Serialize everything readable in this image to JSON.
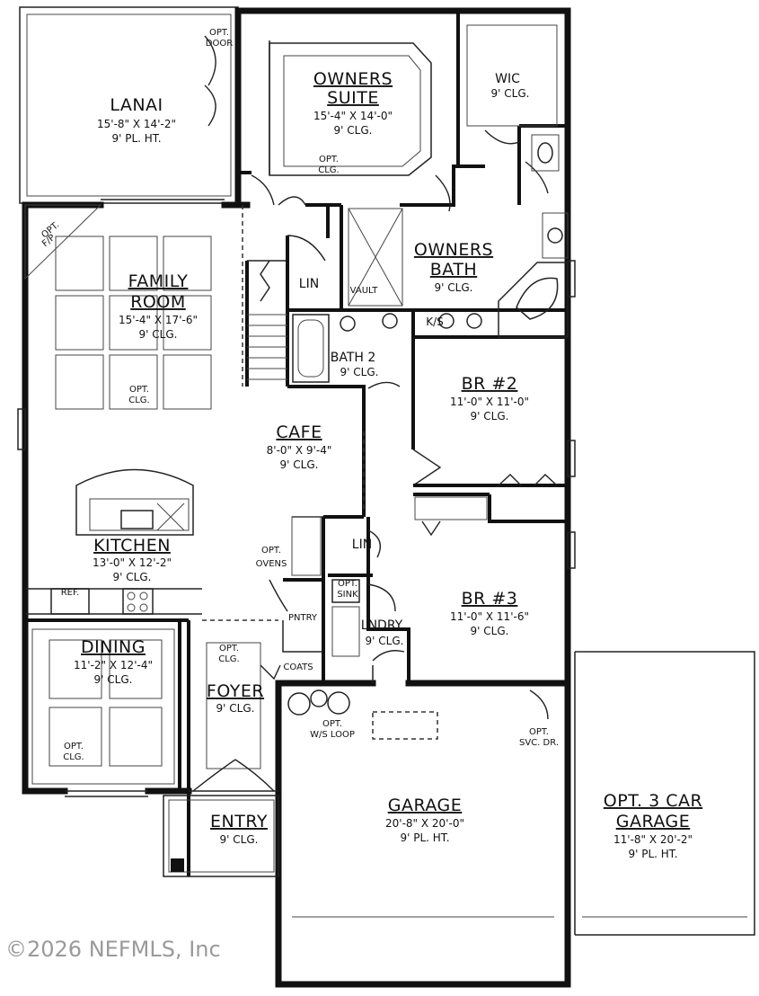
{
  "rooms": {
    "lanai": {
      "name": "LANAI",
      "dims": "15'-8\" X 14'-2\"",
      "ceiling": "9' PL. HT."
    },
    "owners_suite": {
      "name1": "OWNERS",
      "name2": "SUITE",
      "dims": "15'-4\" X 14'-0\"",
      "ceiling": "9' CLG.",
      "note1": "OPT.",
      "note2": "CLG."
    },
    "wic": {
      "name": "WIC",
      "ceiling": "9' CLG."
    },
    "owners_bath": {
      "name1": "OWNERS",
      "name2": "BATH",
      "ceiling": "9' CLG."
    },
    "family_room": {
      "name1": "FAMILY",
      "name2": "ROOM",
      "dims": "15'-4\" X 17'-6\"",
      "ceiling": "9' CLG.",
      "note1": "OPT.",
      "note2": "CLG."
    },
    "bath2": {
      "name": "BATH 2",
      "ceiling": "9' CLG."
    },
    "cafe": {
      "name": "CAFE",
      "dims": "8'-0\" X 9'-4\"",
      "ceiling": "9' CLG."
    },
    "br2": {
      "name": "BR #2",
      "dims": "11'-0\" X 11'-0\"",
      "ceiling": "9' CLG."
    },
    "kitchen": {
      "name": "KITCHEN",
      "dims": "13'-0\" X 12'-2\"",
      "ceiling": "9' CLG."
    },
    "br3": {
      "name": "BR #3",
      "dims": "11'-0\" X 11'-6\"",
      "ceiling": "9' CLG."
    },
    "dining": {
      "name": "DINING",
      "dims": "11'-2\" X 12'-4\"",
      "ceiling": "9' CLG.",
      "note1": "OPT.",
      "note2": "CLG."
    },
    "foyer": {
      "name": "FOYER",
      "ceiling": "9' CLG.",
      "note1": "OPT.",
      "note2": "CLG."
    },
    "lndry": {
      "name": "LNDRY",
      "ceiling": "9' CLG."
    },
    "garage": {
      "name": "GARAGE",
      "dims": "20'-8\" X 20'-0\"",
      "ceiling": "9' PL. HT."
    },
    "opt_garage": {
      "name1": "OPT. 3 CAR",
      "name2": "GARAGE",
      "dims": "11'-8\" X 20'-2\"",
      "ceiling": "9' PL. HT."
    },
    "entry": {
      "name": "ENTRY",
      "ceiling": "9' CLG."
    }
  },
  "labels": {
    "opt_door_1": "OPT.",
    "opt_door_2": "DOOR",
    "opt_fp_1": "OPT.",
    "opt_fp_2": "F/P",
    "lin_upper": "LIN",
    "vault": "VAULT",
    "ks": "K/S",
    "lin_lower": "LIN",
    "ref": "REF.",
    "opt_ovens_1": "OPT.",
    "opt_ovens_2": "OVENS",
    "opt_sink_1": "OPT.",
    "opt_sink_2": "SINK",
    "pntry": "PNTRY",
    "coats": "COATS",
    "opt_ws_1": "OPT.",
    "opt_ws_2": "W/S LOOP",
    "svc_dr_1": "OPT.",
    "svc_dr_2": "SVC. DR."
  },
  "watermark": "©2026 NEFMLS, Inc"
}
